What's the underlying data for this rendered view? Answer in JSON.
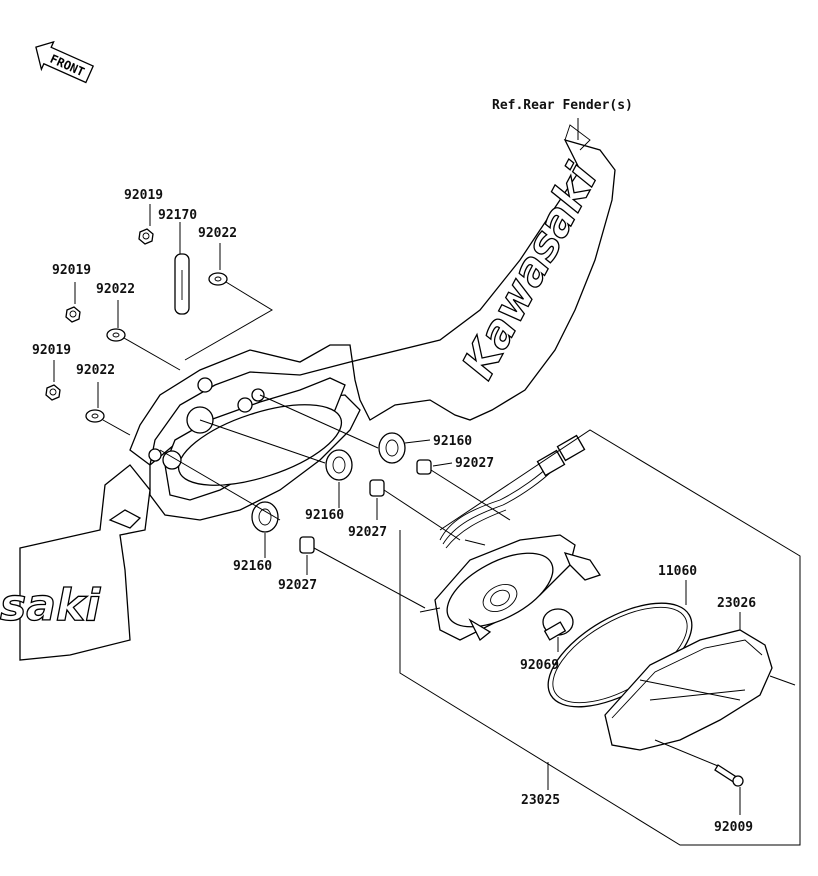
{
  "orientation": {
    "front_label": "FRONT"
  },
  "reference": {
    "rear_fender": "Ref.Rear Fender(s)"
  },
  "brand": {
    "logo_text": "Kawasaki",
    "logo_fragment": "saki"
  },
  "parts": {
    "p92019_a": "92019",
    "p92019_b": "92019",
    "p92019_c": "92019",
    "p92170": "92170",
    "p92022_a": "92022",
    "p92022_b": "92022",
    "p92022_c": "92022",
    "p92160_a": "92160",
    "p92160_b": "92160",
    "p92160_c": "92160",
    "p92027_a": "92027",
    "p92027_b": "92027",
    "p92027_c": "92027",
    "p11060": "11060",
    "p23026": "23026",
    "p92069": "92069",
    "p23025": "23025",
    "p92009": "92009"
  }
}
